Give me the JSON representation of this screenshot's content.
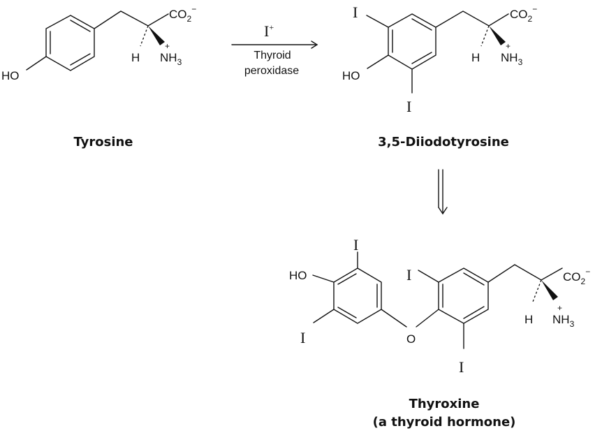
{
  "colors": {
    "iodine": "#c0157f",
    "ink": "#111111"
  },
  "atoms": {
    "hydroxyl": "HO",
    "hydrogen": "H",
    "amine": "NH",
    "amine_sub": "3",
    "amine_charge": "+",
    "carboxylate": "CO",
    "carboxylate_sub": "2",
    "carboxylate_charge": "−",
    "iodine": "I",
    "ether_oxygen": "O"
  },
  "molecules": {
    "tyrosine": {
      "name": "Tyrosine"
    },
    "diiodotyrosine": {
      "name": "3,5-Diiodotyrosine"
    },
    "thyroxine": {
      "name": "Thyroxine",
      "description": "(a thyroid hormone)"
    }
  },
  "reaction": {
    "reagent": "I",
    "reagent_charge": "+",
    "catalyst_line1": "Thyroid",
    "catalyst_line2": "peroxidase"
  }
}
